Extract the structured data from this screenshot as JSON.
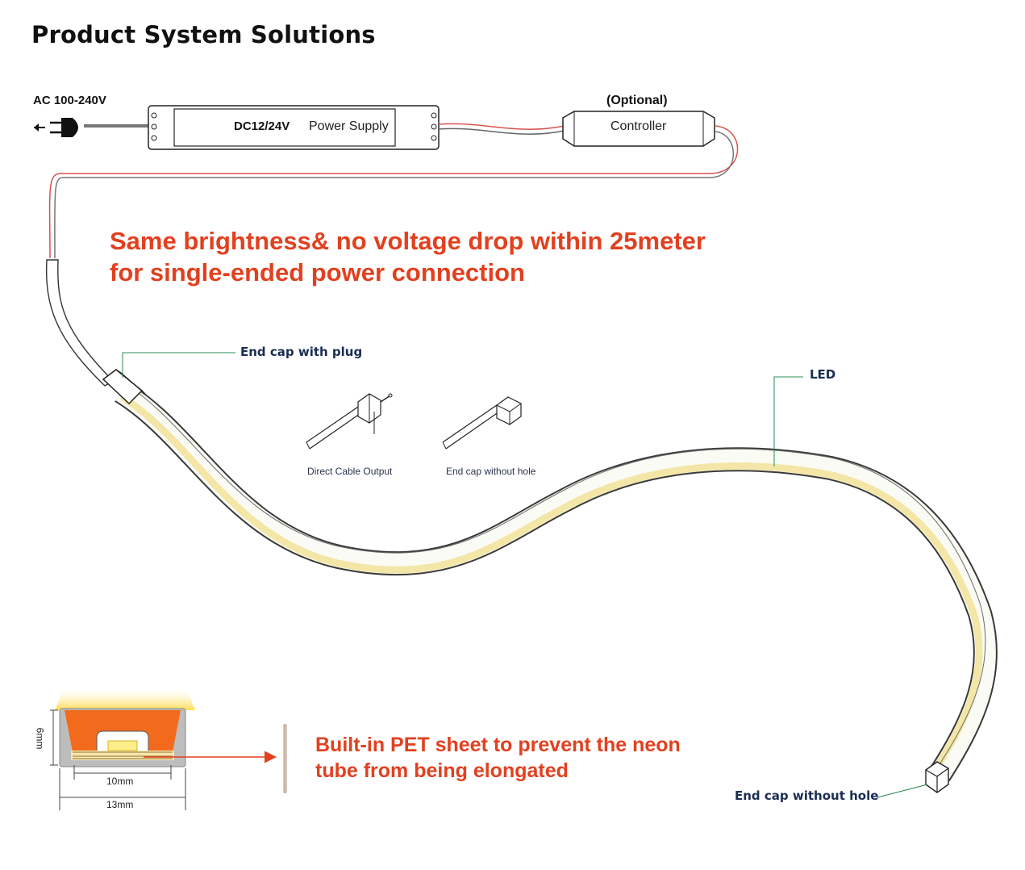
{
  "title": "Product System Solutions",
  "wiring": {
    "ac_input": "AC 100-240V",
    "power_supply": {
      "voltage": "DC12/24V",
      "name": "Power Supply"
    },
    "controller": {
      "optional": "(Optional)",
      "name": "Controller"
    }
  },
  "headline": {
    "line1": "Same brightness& no voltage drop within 25meter",
    "line2": "for single-ended power connection"
  },
  "callouts": {
    "end_cap_with_plug": "End cap with plug",
    "led": "LED",
    "end_cap_without_hole": "End cap without hole"
  },
  "end_options": [
    {
      "label": "Direct Cable Output"
    },
    {
      "label": "End cap without hole"
    }
  ],
  "cross_section": {
    "height": "6mm",
    "inner_width": "10mm",
    "outer_width": "13mm"
  },
  "pet_note": {
    "line1": "Built-in PET sheet to prevent the neon",
    "line2": "tube from being elongated"
  },
  "colors": {
    "accent_red": "#e2401f",
    "callout_navy": "#1a2e52",
    "leader_green": "#2e8b57",
    "cable_red": "#d9534f",
    "led_glow": "#f6e7a8",
    "cross_section_orange": "#f26b1d"
  }
}
